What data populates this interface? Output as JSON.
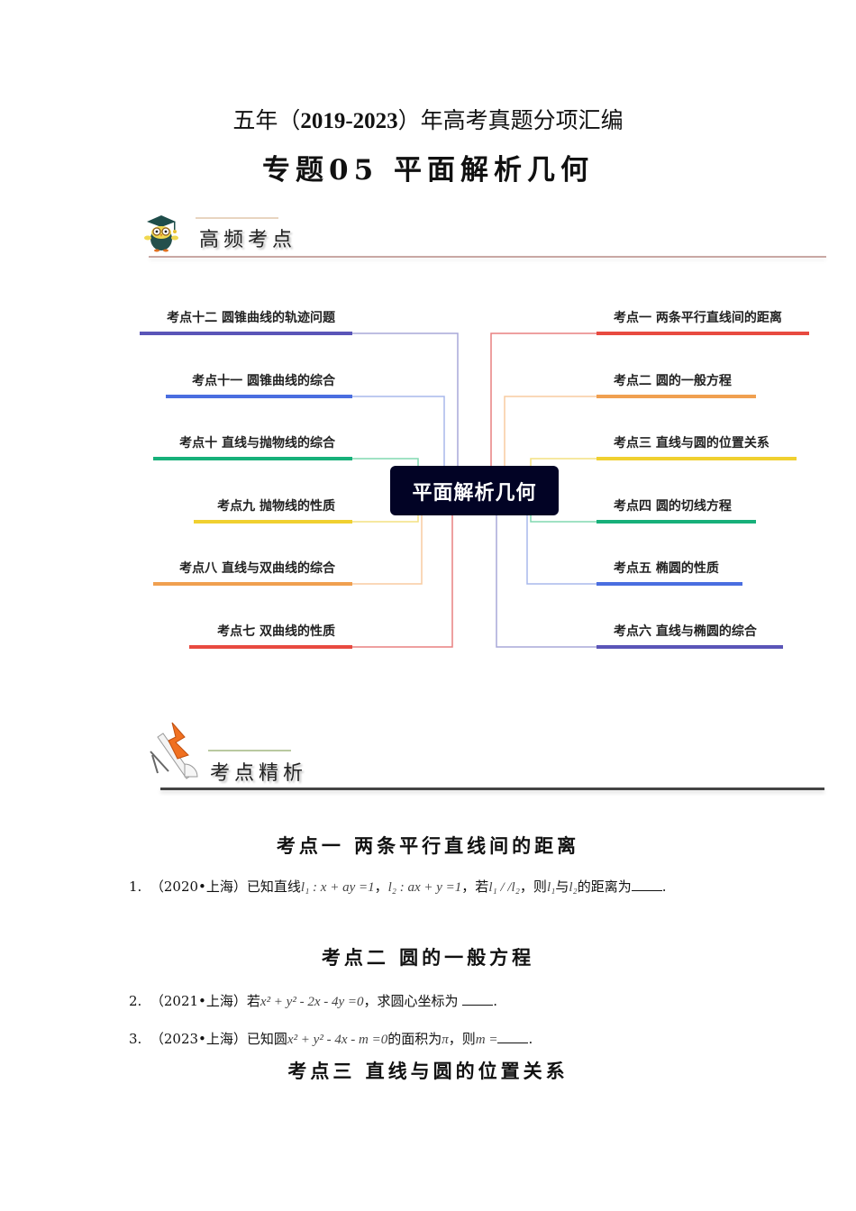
{
  "document": {
    "title_prefix": "五年（",
    "title_years": "2019-2023",
    "title_suffix": "）年高考真题分项汇编",
    "subtitle": "专题05  平面解析几何"
  },
  "section_high_freq": {
    "label": "高频考点",
    "icon": "owl-graduate-icon"
  },
  "mindmap": {
    "center": "平面解析几何",
    "left_nodes": [
      {
        "label": "考点十二 圆锥曲线的轨迹问题",
        "color": "#5a55b8"
      },
      {
        "label": "考点十一 圆锥曲线的综合",
        "color": "#4a6ee0"
      },
      {
        "label": "考点十 直线与抛物线的综合",
        "color": "#17b07a"
      },
      {
        "label": "考点九 抛物线的性质",
        "color": "#f0d030"
      },
      {
        "label": "考点八 直线与双曲线的综合",
        "color": "#f0a050"
      },
      {
        "label": "考点七  双曲线的性质",
        "color": "#e84a40"
      }
    ],
    "right_nodes": [
      {
        "label": "考点一 两条平行直线间的距离",
        "color": "#e84a40"
      },
      {
        "label": "考点二 圆的一般方程",
        "color": "#f0a050"
      },
      {
        "label": "考点三 直线与圆的位置关系",
        "color": "#f0d030"
      },
      {
        "label": "考点四 圆的切线方程",
        "color": "#17b07a"
      },
      {
        "label": "考点五 椭圆的性质",
        "color": "#4a6ee0"
      },
      {
        "label": "考点六 直线与椭圆的综合",
        "color": "#5a55b8"
      }
    ]
  },
  "section_analysis": {
    "label": "考点精析",
    "icon": "drafting-tools-icon"
  },
  "topics": [
    {
      "heading": "考点一 两条平行直线间的距离",
      "questions": [
        {
          "number": "1.",
          "source": "（2020•上海）",
          "parts": [
            "已知直线",
            "l₁ : x + ay =1",
            "，",
            "l₂ : ax + y =1",
            "，若",
            "l₁ / /l₂",
            "，则",
            "l₁",
            "与",
            "l₂",
            "的距离为",
            "."
          ]
        }
      ]
    },
    {
      "heading": "考点二 圆的一般方程",
      "questions": [
        {
          "number": "2.",
          "source": "（2021•上海）",
          "parts": [
            "若",
            "x² + y² - 2x - 4y =0",
            "，求圆心坐标为 ",
            "."
          ]
        },
        {
          "number": "3.",
          "source": "（2023•上海）",
          "parts": [
            "已知圆",
            "x² + y² - 4x - m =0",
            "的面积为",
            "π",
            "，则",
            "m =",
            "."
          ]
        }
      ]
    },
    {
      "heading": "考点三 直线与圆的位置关系",
      "questions": []
    }
  ]
}
